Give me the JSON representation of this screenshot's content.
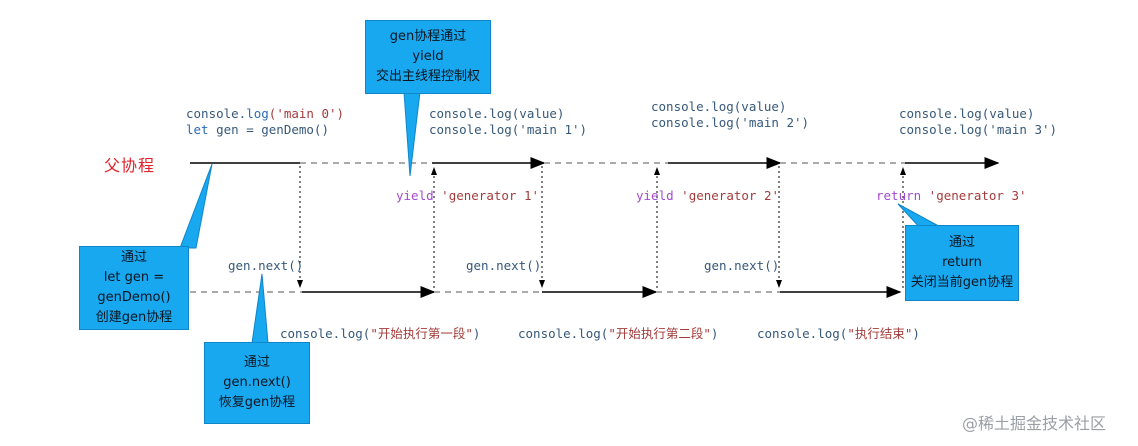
{
  "parent_label": "父协程",
  "code_top": {
    "main0_line1_prefix": "console.",
    "main0_line1_fn": "log",
    "main0_line1_arg": "('main 0')",
    "main0_line2_kw": "let",
    "main0_line2_rest": " gen = genDemo()",
    "main1_line1": "console.log(value)",
    "main1_line2": "console.log('main 1')",
    "main2_line1": "console.log(value)",
    "main2_line2": "console.log('main 2')",
    "main3_line1": "console.log(value)",
    "main3_line2": "console.log('main 3')"
  },
  "yields": {
    "y1_kw": "yield",
    "y1_str": " 'generator 1'",
    "y2_kw": "yield",
    "y2_str": " 'generator 2'",
    "r3_kw": "return",
    "r3_str": " 'generator 3'"
  },
  "gen_next": {
    "n1": "gen.next()",
    "n2": "gen.next()",
    "n3": "gen.next()"
  },
  "bottom_logs": {
    "l1_prefix": "console.log(",
    "l1_str": "\"开始执行第一段\"",
    "l1_suffix": ")",
    "l2_prefix": "console.log(",
    "l2_str": "\"开始执行第二段\"",
    "l2_suffix": ")",
    "l3_prefix": "console.log(",
    "l3_str": "\"执行结束\"",
    "l3_suffix": ")"
  },
  "callouts": {
    "yield_callout": [
      "gen协程通过",
      "yield",
      "交出主线程控制权"
    ],
    "create_callout": [
      "通过",
      "let gen =",
      "genDemo()",
      "创建gen协程"
    ],
    "resume_callout": [
      "通过",
      "gen.next()",
      "恢复gen协程"
    ],
    "return_callout": [
      "通过",
      "return",
      "关闭当前gen协程"
    ]
  },
  "watermark": "@稀土掘金技术社区",
  "colors": {
    "callout_fill": "#18a8f0",
    "parent_label": "#e0202a",
    "line": "#000000"
  }
}
